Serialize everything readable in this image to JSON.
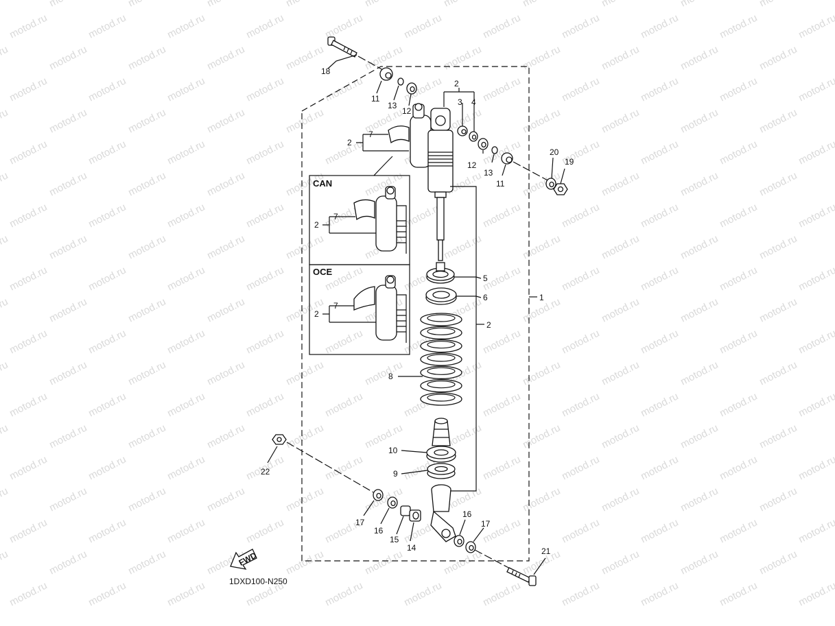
{
  "watermark": "motod.ru",
  "diagram_code": "1DXD100-N250",
  "fwd_label": "FWD",
  "inset_can_title": "CAN",
  "inset_oce_title": "OCE",
  "callouts": {
    "c1": "1",
    "c2a": "2",
    "c2b": "2",
    "c2c": "2",
    "c2d": "2",
    "c2e": "2",
    "c3": "3",
    "c4": "4",
    "c5": "5",
    "c6": "6",
    "c7a": "7",
    "c7b": "7",
    "c7c": "7",
    "c8": "8",
    "c9": "9",
    "c10": "10",
    "c11a": "11",
    "c11b": "11",
    "c12a": "12",
    "c12b": "12",
    "c13a": "13",
    "c13b": "13",
    "c14": "14",
    "c15": "15",
    "c16a": "16",
    "c16b": "16",
    "c17a": "17",
    "c17b": "17",
    "c18": "18",
    "c19": "19",
    "c20": "20",
    "c21": "21",
    "c22": "22"
  }
}
